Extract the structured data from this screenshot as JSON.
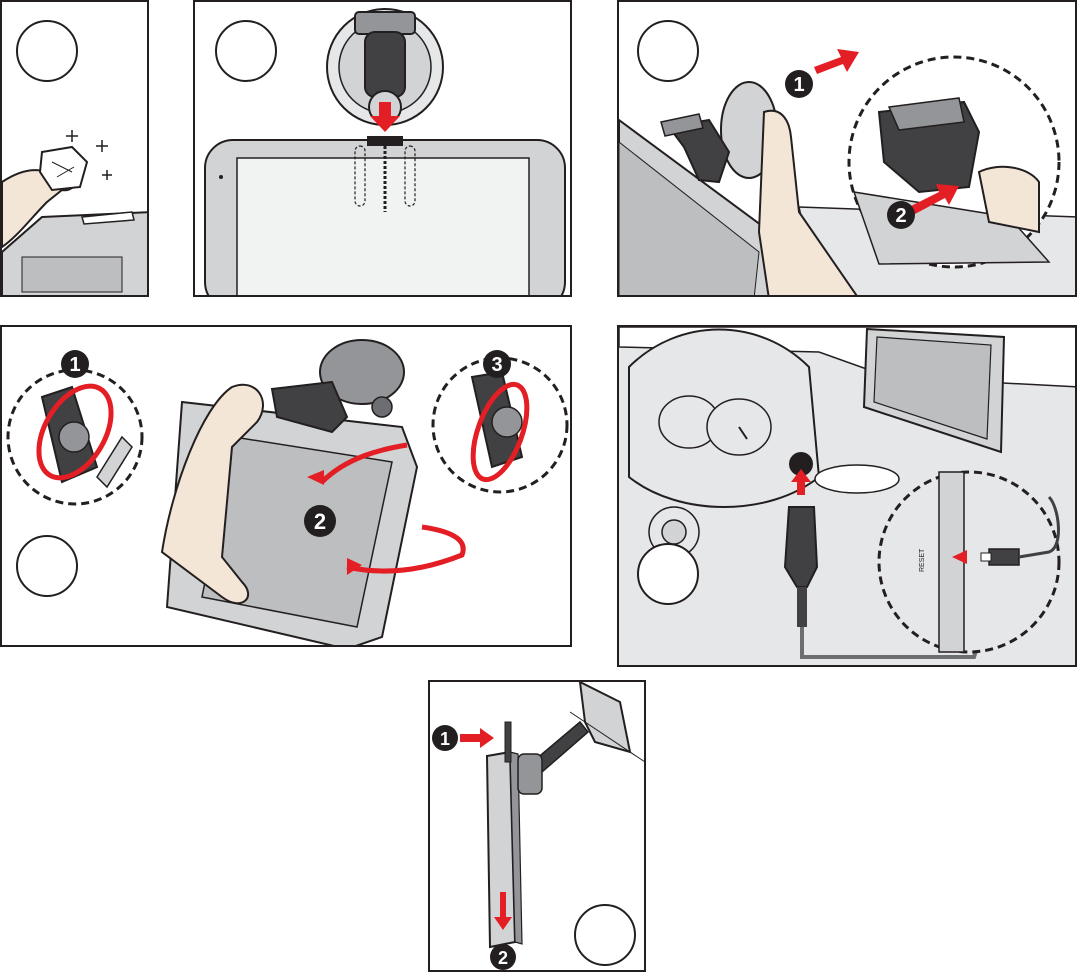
{
  "colors": {
    "outline": "#231f20",
    "arrow_red": "#e31e24",
    "device_gray": "#d1d3d4",
    "panel_gray": "#e6e7e8",
    "skin": "#f3e6d6",
    "dark": "#414042"
  },
  "panels": [
    {
      "id": "clean-windshield",
      "step_badges": []
    },
    {
      "id": "attach-mount",
      "step_badges": []
    },
    {
      "id": "press-suction",
      "step_badges": [
        "1",
        "2"
      ]
    },
    {
      "id": "adjust-angle",
      "step_badges": [
        "1",
        "2",
        "3"
      ]
    },
    {
      "id": "connect-power",
      "step_badges": []
    },
    {
      "id": "remove-device",
      "step_badges": [
        "1",
        "2"
      ]
    }
  ],
  "badges": {
    "p3_one": "1",
    "p3_two": "2",
    "p4_one": "1",
    "p4_two": "2",
    "p4_three": "3",
    "p6_one": "1",
    "p6_two": "2"
  },
  "icons": [
    "wipe-cloth-icon",
    "sparkle-icon",
    "suction-mount-icon",
    "navigation-device-icon",
    "car-charger-icon",
    "usb-cable-icon",
    "rotate-arrow-icon",
    "push-arrow-icon"
  ]
}
